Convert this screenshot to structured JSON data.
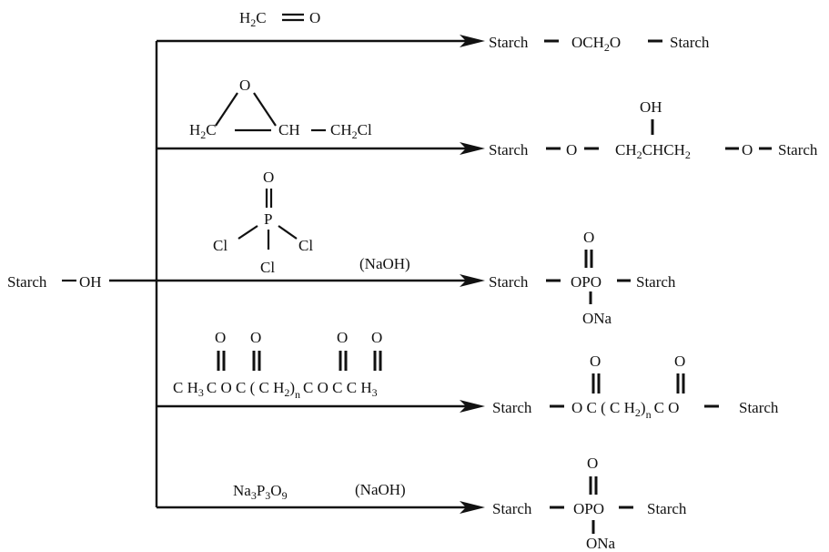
{
  "reactant": {
    "starch": "Starch",
    "dash": "—",
    "group": "OH"
  },
  "reagents": {
    "formaldehyde": {
      "h": "H",
      "h_sub": "2",
      "c": "C",
      "o": "O"
    },
    "epichlorohydrin": {
      "o": "O",
      "h2c": "H",
      "h2c_sub": "2",
      "h2c_c": "C",
      "ch": "CH",
      "ch2cl": "CH",
      "ch2cl_sub": "2",
      "ch2cl_cl": "Cl"
    },
    "pocl3": {
      "o": "O",
      "p": "P",
      "cl_left": "Cl",
      "cl_right": "Cl",
      "cl_bottom": "Cl"
    },
    "naoh_1": "(NaOH)",
    "anhydride": {
      "o1": "O",
      "o2": "O",
      "o3": "O",
      "o4": "O",
      "left": "C H",
      "left_sub": "3",
      "mid": "C O C ( C H",
      "mid_sub": "2",
      "close": ")",
      "n": "n",
      "right": "C O C C H",
      "right_sub": "3"
    },
    "stmp": {
      "na": "Na",
      "na_sub": "3",
      "p": "P",
      "p_sub": "3",
      "o": "O",
      "o_sub": "9"
    },
    "naoh_2": "(NaOH)"
  },
  "products": {
    "p1": {
      "starch_left": "Starch",
      "och2o_a": "OCH",
      "och2o_sub": "2",
      "och2o_b": "O",
      "starch_right": "Starch"
    },
    "p2": {
      "starch_left": "Starch",
      "o_left": "O",
      "oh": "OH",
      "chain_a": "CH",
      "chain_sub1": "2",
      "chain_b": "CHCH",
      "chain_sub2": "2",
      "o_right": "O",
      "starch_right": "Starch"
    },
    "p3": {
      "starch_left": "Starch",
      "o_top": "O",
      "opo": "OPO",
      "starch_right": "Starch",
      "ona": "ONa"
    },
    "p4": {
      "starch_left": "Starch",
      "o1": "O",
      "o2": "O",
      "mid": "O C ( C H",
      "mid_sub": "2",
      "close": ")",
      "n": "n",
      "end": "C O",
      "starch_right": "Starch"
    },
    "p5": {
      "starch_left": "Starch",
      "o_top": "O",
      "opo": "OPO",
      "starch_right": "Starch",
      "ona": "ONa"
    }
  }
}
